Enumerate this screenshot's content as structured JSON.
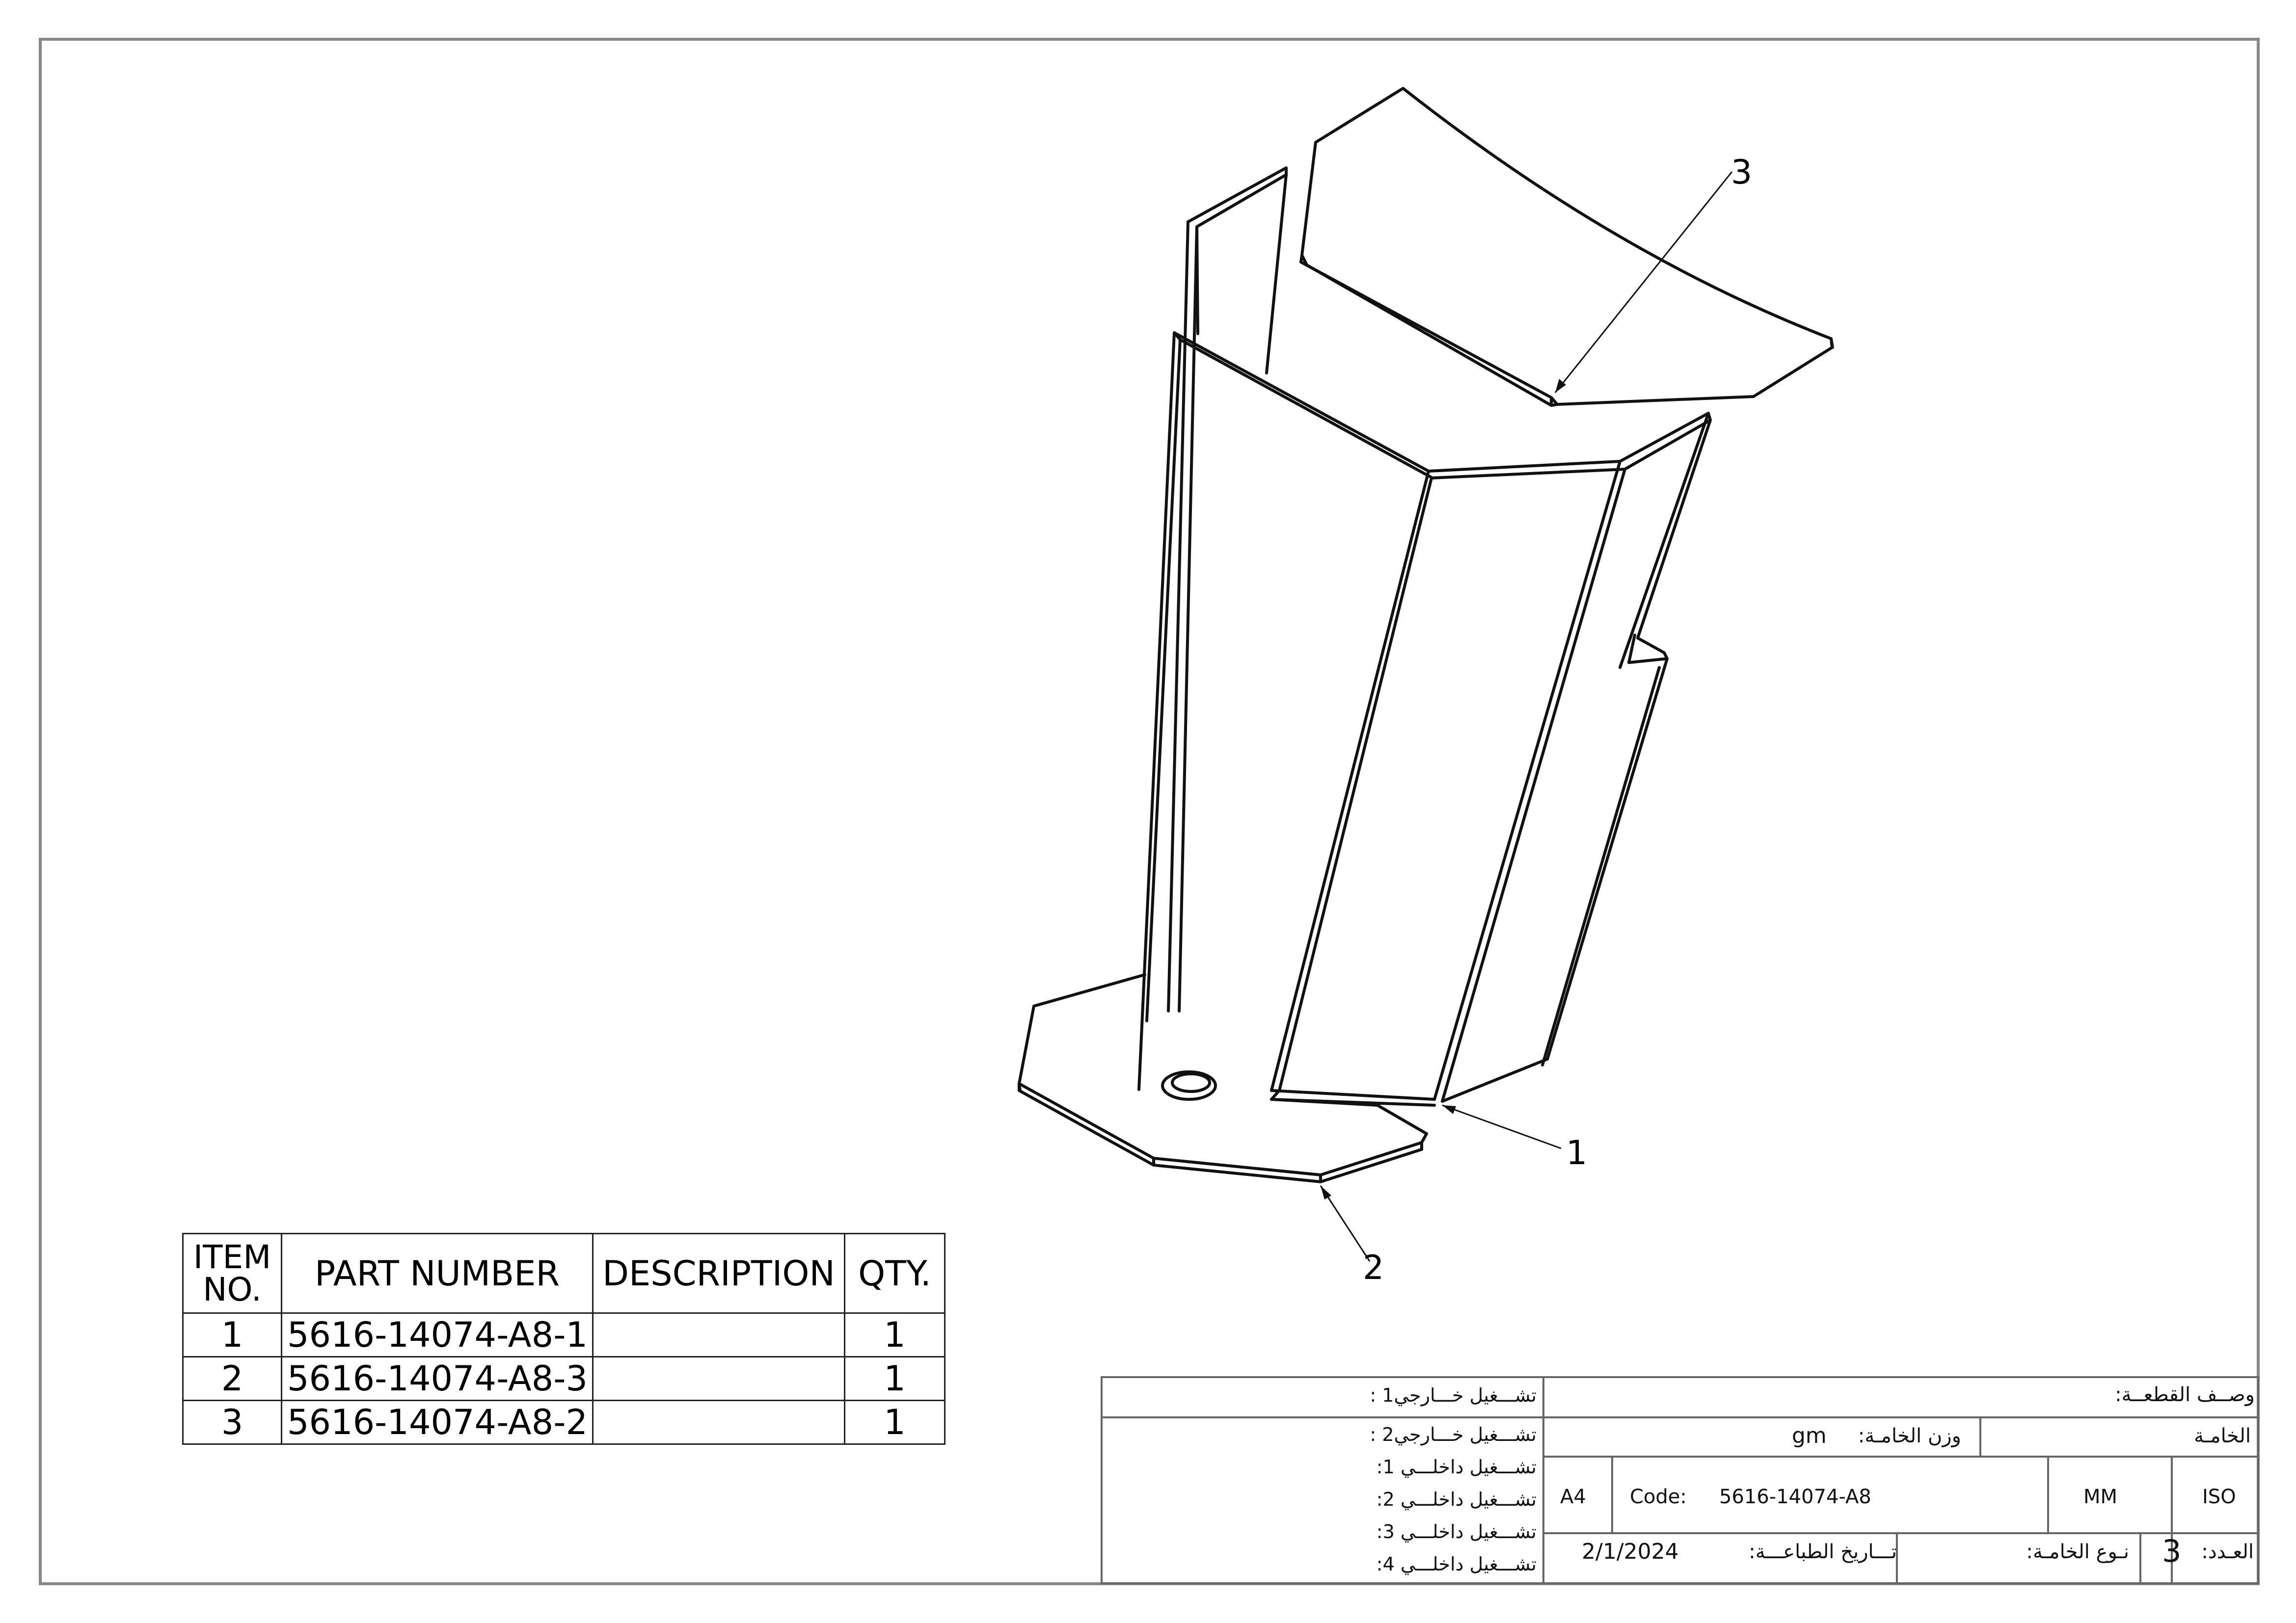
{
  "bom": {
    "headers": {
      "item": "ITEM NO.",
      "part": "PART NUMBER",
      "desc": "DESCRIPTION",
      "qty": "QTY."
    },
    "rows": [
      {
        "item": "1",
        "part": "5616-14074-A8-1",
        "desc": "",
        "qty": "1"
      },
      {
        "item": "2",
        "part": "5616-14074-A8-3",
        "desc": "",
        "qty": "1"
      },
      {
        "item": "3",
        "part": "5616-14074-A8-2",
        "desc": "",
        "qty": "1"
      }
    ]
  },
  "balloons": {
    "b1": "1",
    "b2": "2",
    "b3": "3"
  },
  "title_block": {
    "part_description_label": "وصــف القطعــة:",
    "material_label": "الخامـة",
    "material_weight_label": "وزن الخامـة:",
    "weight_unit": "gm",
    "sheet_size": "A4",
    "code_label": "Code:",
    "code_value": "5616-14074-A8",
    "units": "MM",
    "standard": "ISO",
    "print_date_label": "تـــاريخ الطباعـــة:",
    "print_date": "2/1/2024",
    "material_type_label": "نـوع الخامـة:",
    "quantity_label": "العـدد:",
    "quantity_value": "3",
    "ext_op_1": "تشـــغيل خـــارجي1 :",
    "ext_op_2": "تشـــغيل خـــارجي2 :",
    "int_op_1": "تشـــغيل داخلـــي 1:",
    "int_op_2": "تشـــغيل داخلـــي 2:",
    "int_op_3": "تشـــغيل داخلـــي 3:",
    "int_op_4": "تشـــغيل داخلـــي 4:"
  }
}
